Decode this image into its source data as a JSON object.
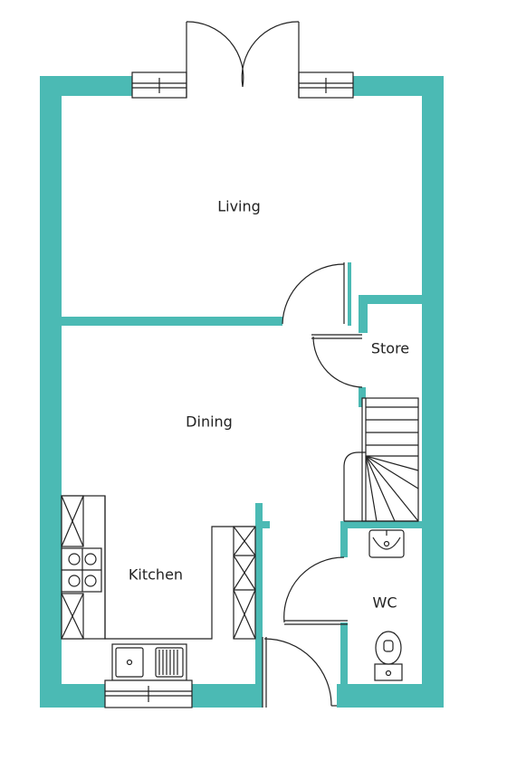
{
  "colors": {
    "wall": "#4bbab4",
    "line": "#222222",
    "background": "#ffffff"
  },
  "rooms": {
    "living": "Living",
    "dining": "Dining",
    "kitchen": "Kitchen",
    "store": "Store",
    "wc": "WC"
  }
}
